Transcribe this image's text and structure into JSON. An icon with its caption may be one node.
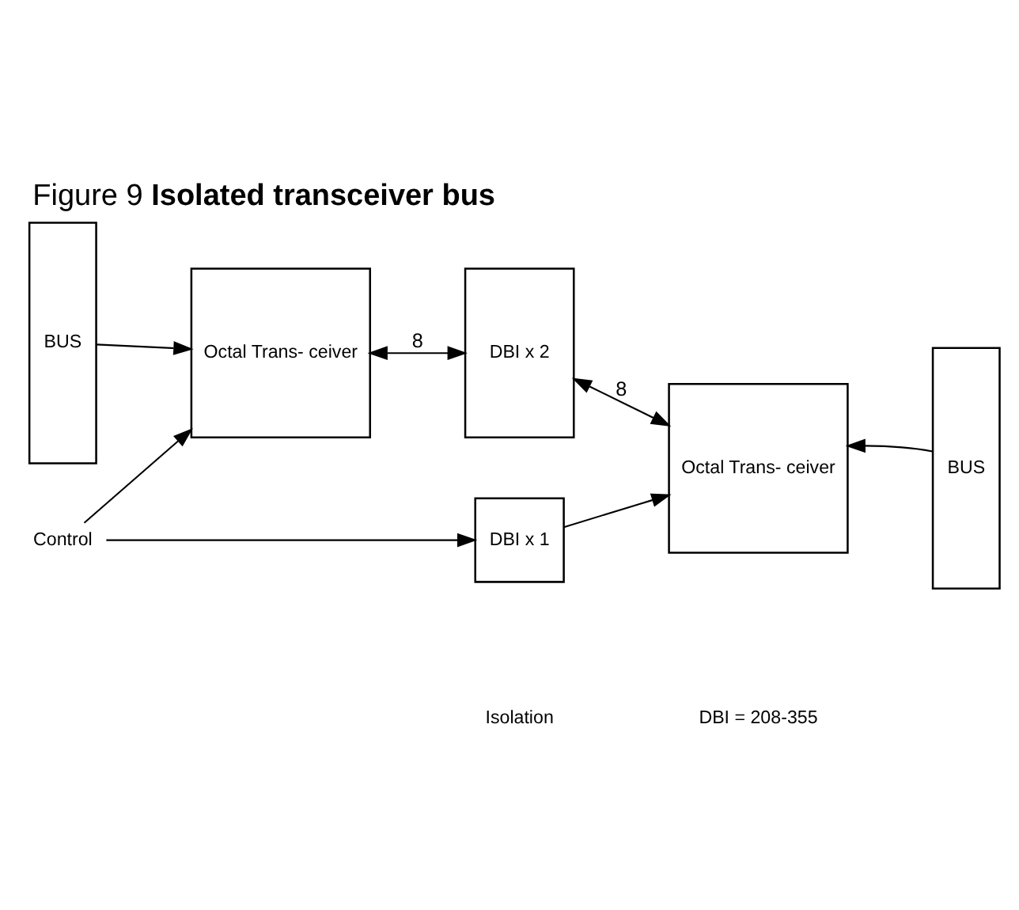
{
  "diagram": {
    "title": "Figure 9 **Isolated transceiver bus**",
    "nodes": [
      {
        "text": [
          "BUS"
        ]
      },
      {
        "text": [
          "Octal Trans- ceiver"
        ]
      },
      {
        "text": [
          "DBI x 2"
        ]
      },
      {
        "text": [
          "Octal Trans- ceiver"
        ]
      },
      {
        "text": [
          "BUS"
        ]
      },
      {
        "text": [
          "Control"
        ]
      },
      {
        "text": [
          "DBI x 1"
        ]
      }
    ],
    "edges": [
      {
        "from": 0,
        "to": 1,
        "arrow": "to"
      },
      {
        "from": 1,
        "to": 2,
        "arrow": "both",
        "label": "8"
      },
      {
        "from": 2,
        "to": 3,
        "arrow": "both",
        "label": "8"
      },
      {
        "from": 4,
        "to": 3,
        "arrow": "to"
      },
      {
        "from": 5,
        "to": 1,
        "arrow": "to"
      },
      {
        "from": 5,
        "to": 6,
        "arrow": "to"
      },
      {
        "from": 6,
        "to": 3,
        "arrow": "to"
      }
    ],
    "labels": [
      "Isolation",
      "DBI = 208-355"
    ]
  }
}
